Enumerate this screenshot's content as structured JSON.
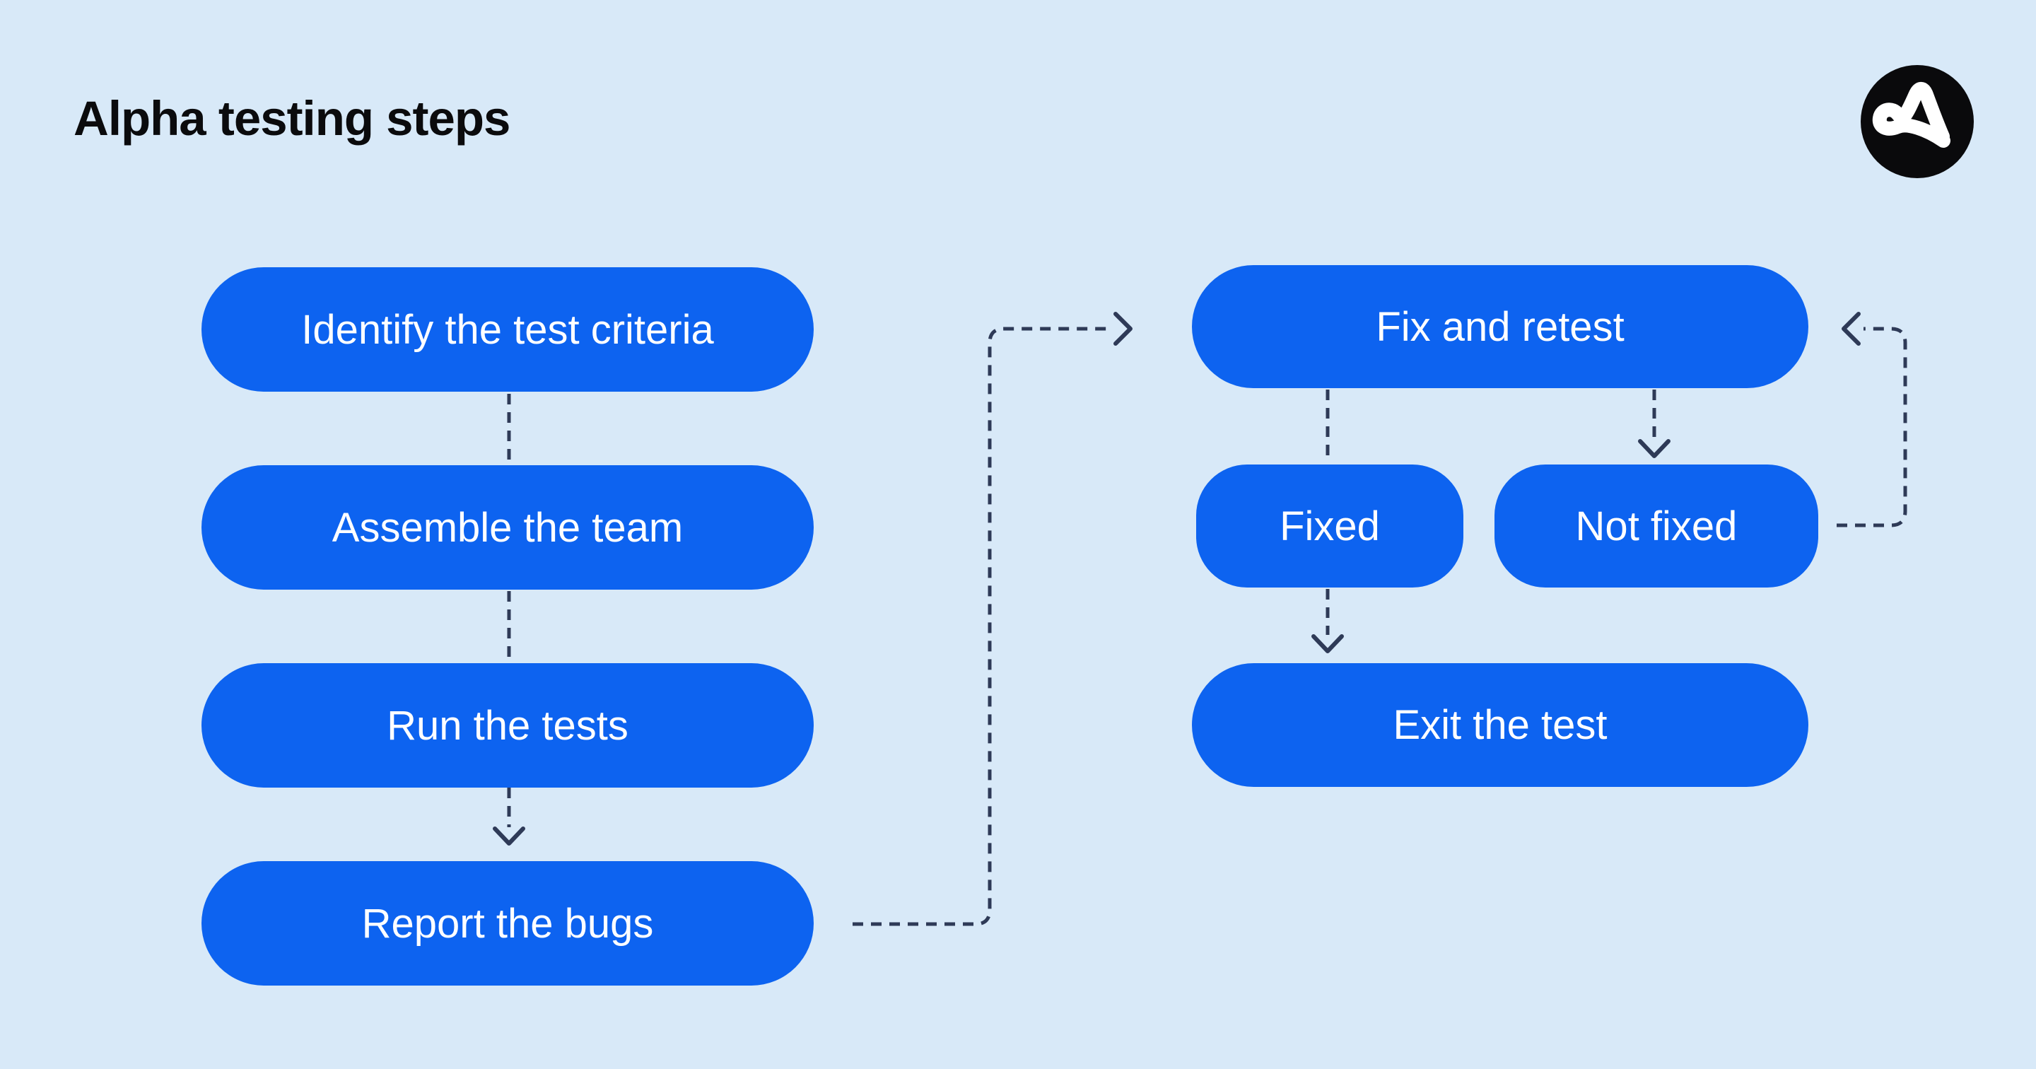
{
  "title": "Alpha testing steps",
  "logo": {
    "name": "applause-logo",
    "shape": "black circle with stylized white A",
    "bg_color": "#0A0A0C",
    "glyph_color": "#FFFFFF"
  },
  "colors": {
    "background": "#D8E9F8",
    "node_fill": "#0D63F0",
    "node_text": "#FFFFFF",
    "connector": "#2E3A57",
    "title_text": "#0B0B0D"
  },
  "nodes": [
    {
      "id": "identify",
      "label": "Identify the test criteria"
    },
    {
      "id": "assemble",
      "label": "Assemble the team"
    },
    {
      "id": "run",
      "label": "Run the tests"
    },
    {
      "id": "report",
      "label": "Report the bugs"
    },
    {
      "id": "fix-retest",
      "label": "Fix and retest"
    },
    {
      "id": "fixed",
      "label": "Fixed"
    },
    {
      "id": "not-fixed",
      "label": "Not fixed"
    },
    {
      "id": "exit",
      "label": "Exit the test"
    }
  ],
  "edges": [
    {
      "from": "identify",
      "to": "assemble",
      "style": "dashed",
      "arrowhead": false
    },
    {
      "from": "assemble",
      "to": "run",
      "style": "dashed",
      "arrowhead": false
    },
    {
      "from": "run",
      "to": "report",
      "style": "dashed",
      "arrowhead": true
    },
    {
      "from": "report",
      "to": "fix-retest",
      "style": "dashed",
      "arrowhead": true,
      "route": "right-up-right"
    },
    {
      "from": "fix-retest",
      "to": "fixed",
      "style": "dashed",
      "arrowhead": false
    },
    {
      "from": "fix-retest",
      "to": "not-fixed",
      "style": "dashed",
      "arrowhead": true
    },
    {
      "from": "fixed",
      "to": "exit",
      "style": "dashed",
      "arrowhead": true
    },
    {
      "from": "not-fixed",
      "to": "fix-retest",
      "style": "dashed",
      "arrowhead": true,
      "route": "right-up-left-loop"
    }
  ]
}
